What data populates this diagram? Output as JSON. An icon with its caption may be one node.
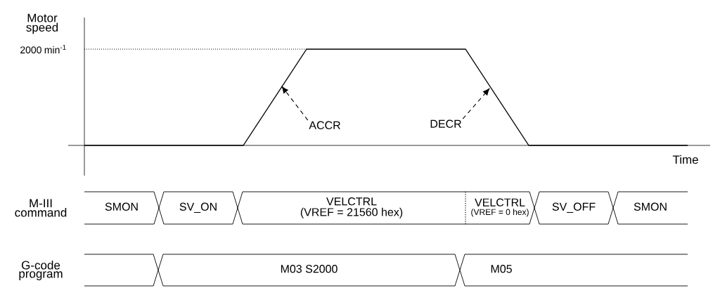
{
  "diagram": {
    "nodes": [
      {
        "text": [
          "SMON"
        ]
      },
      {
        "text": [
          "SV_ON"
        ]
      },
      {
        "text": [
          "VELCTRL",
          "(VREF = 21560 hex)"
        ]
      },
      {
        "text": [
          "VELCTRL",
          "(VREF = 0 hex)"
        ]
      },
      {
        "text": [
          "SV_OFF"
        ]
      },
      {
        "text": [
          "SMON"
        ]
      },
      {
        "text": [],
        "shape": "box"
      },
      {
        "text": [
          "M03 S2000"
        ]
      },
      {
        "text": [
          "M05"
        ]
      },
      {
        "text": [
          "ACCR"
        ]
      },
      {
        "text": [
          "DECR"
        ]
      }
    ],
    "edges": [
      {
        "from": 9,
        "to": null,
        "arrow": "to",
        "style": "dashed"
      },
      {
        "from": 10,
        "to": null,
        "arrow": "to",
        "style": "dashed"
      }
    ],
    "labels": [
      "Motor speed",
      "2000 min$^{-1}$",
      "Time",
      "M-III command",
      "G-code program"
    ]
  }
}
